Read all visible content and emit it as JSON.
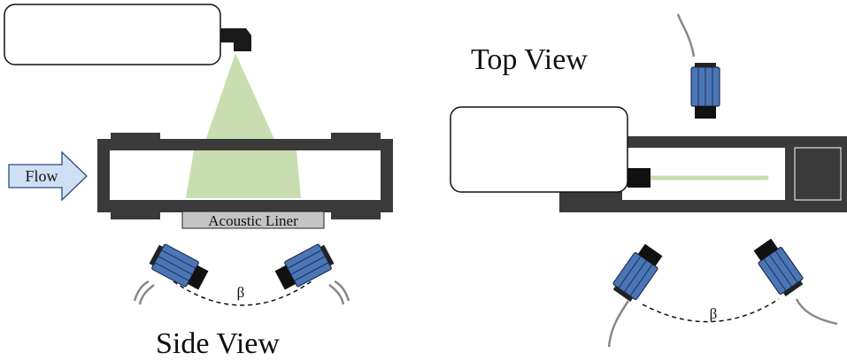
{
  "side_view": {
    "caption": "Side View",
    "flow_label": "Flow",
    "liner_label": "Acoustic Liner",
    "angle_label": "β"
  },
  "top_view": {
    "caption": "Top View",
    "angle_label": "β"
  },
  "colors": {
    "channel_wall": "#3a3a3a",
    "laser_sheet": "#c9deb0",
    "camera_body": "#4a76b7",
    "camera_lens": "#111111",
    "flow_arrow": "#cfe0f5",
    "liner": "#c4c4c4"
  },
  "icons": [
    "laser-head",
    "laser-optic",
    "camera",
    "camera-cable"
  ]
}
